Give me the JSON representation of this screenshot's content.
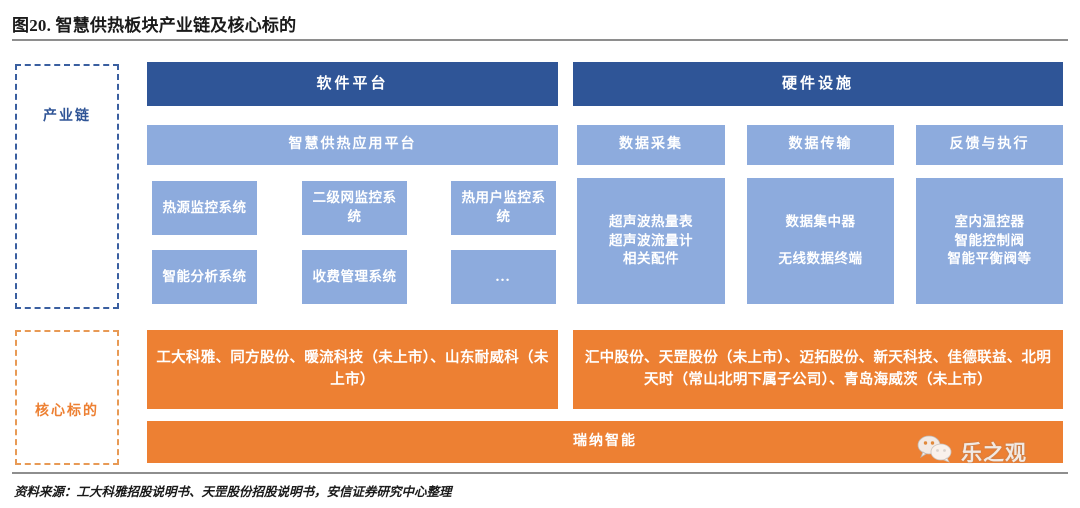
{
  "figure": {
    "title": "图20. 智慧供热板块产业链及核心标的",
    "source": "资料来源：工大科雅招股说明书、天罡股份招股说明书，安信证券研究中心整理"
  },
  "row_labels": {
    "industry_chain": "产业链",
    "core_targets": "核心标的"
  },
  "columns": {
    "software": {
      "header": "软件平台",
      "platform": "智慧供热应用平台",
      "cells": [
        "热源监控系统",
        "二级网监控系统",
        "热用户监控系统",
        "智能分析系统",
        "收费管理系统",
        "…"
      ],
      "targets": "工大科雅、同方股份、暖流科技（未上市）、山东耐威科（未上市）"
    },
    "hardware": {
      "header": "硬件设施",
      "subheaders": [
        "数据采集",
        "数据传输",
        "反馈与执行"
      ],
      "cells": [
        "超声波热量表\n超声波流量计\n相关配件",
        "数据集中器\n\n无线数据终端",
        "室内温控器\n智能控制阀\n智能平衡阀等"
      ],
      "targets": "汇中股份、天罡股份（未上市）、迈拓股份、新天科技、佳德联益、北明天时（常山北明下属子公司）、青岛海威茨（未上市）"
    }
  },
  "bottom_bar": {
    "label": "瑞纳智能"
  },
  "watermark": {
    "icon": "wechat-icon",
    "text": "乐之观"
  },
  "colors": {
    "dark_blue": "#2f5597",
    "light_blue": "#8dabdd",
    "orange": "#ed8033",
    "chain_label": "#2f5496",
    "target_label": "#ed8033"
  }
}
